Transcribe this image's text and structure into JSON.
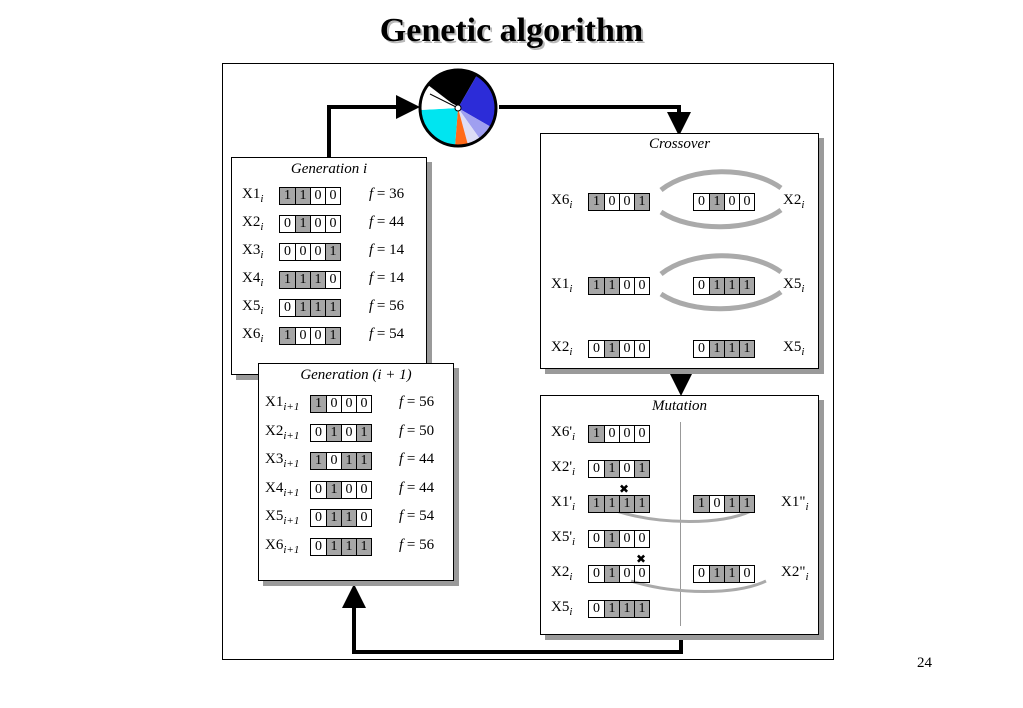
{
  "title": "Genetic algorithm",
  "page_number": "24",
  "generation_i": {
    "title": "Generation i",
    "rows": [
      {
        "name": "X1",
        "bits": "1100",
        "f": "36"
      },
      {
        "name": "X2",
        "bits": "0100",
        "f": "44"
      },
      {
        "name": "X3",
        "bits": "0001",
        "f": "14"
      },
      {
        "name": "X4",
        "bits": "1110",
        "f": "14"
      },
      {
        "name": "X5",
        "bits": "0111",
        "f": "56"
      },
      {
        "name": "X6",
        "bits": "1001",
        "f": "54"
      }
    ]
  },
  "generation_next": {
    "title": "Generation (i + 1)",
    "rows": [
      {
        "name": "X1",
        "bits": "1000",
        "f": "56"
      },
      {
        "name": "X2",
        "bits": "0101",
        "f": "50"
      },
      {
        "name": "X3",
        "bits": "1011",
        "f": "44"
      },
      {
        "name": "X4",
        "bits": "0100",
        "f": "44"
      },
      {
        "name": "X5",
        "bits": "0110",
        "f": "54"
      },
      {
        "name": "X6",
        "bits": "0111",
        "f": "56"
      }
    ]
  },
  "crossover": {
    "title": "Crossover",
    "pair1": {
      "left": "X6",
      "left_bits": "1001",
      "right": "X2",
      "right_bits": "0100"
    },
    "pair2": {
      "left": "X1",
      "left_bits": "1100",
      "right": "X5",
      "right_bits": "0111"
    },
    "unchanged": {
      "left": "X2",
      "left_bits": "0100",
      "right": "X5",
      "right_bits": "0111"
    }
  },
  "mutation": {
    "title": "Mutation",
    "left_rows": [
      {
        "name": "X6'",
        "bits": "1000"
      },
      {
        "name": "X2'",
        "bits": "0101"
      },
      {
        "name": "X1'",
        "bits": "1111"
      },
      {
        "name": "X5'",
        "bits": "0100"
      },
      {
        "name": "X2",
        "bits": "0100"
      },
      {
        "name": "X5",
        "bits": "0111"
      }
    ],
    "right_rows": [
      {
        "name": "X1\"",
        "bits": "1011"
      },
      {
        "name": "X2\"",
        "bits": "0110"
      }
    ],
    "mark": "✖"
  },
  "sub_i": "i",
  "sub_next": "i+1",
  "fitness_label": "f",
  "wheel_colors": [
    "#000000",
    "#2c2cd8",
    "#9f9ff0",
    "#ddddf6",
    "#ff6a1a",
    "#00e5f0",
    "#ffffff"
  ]
}
